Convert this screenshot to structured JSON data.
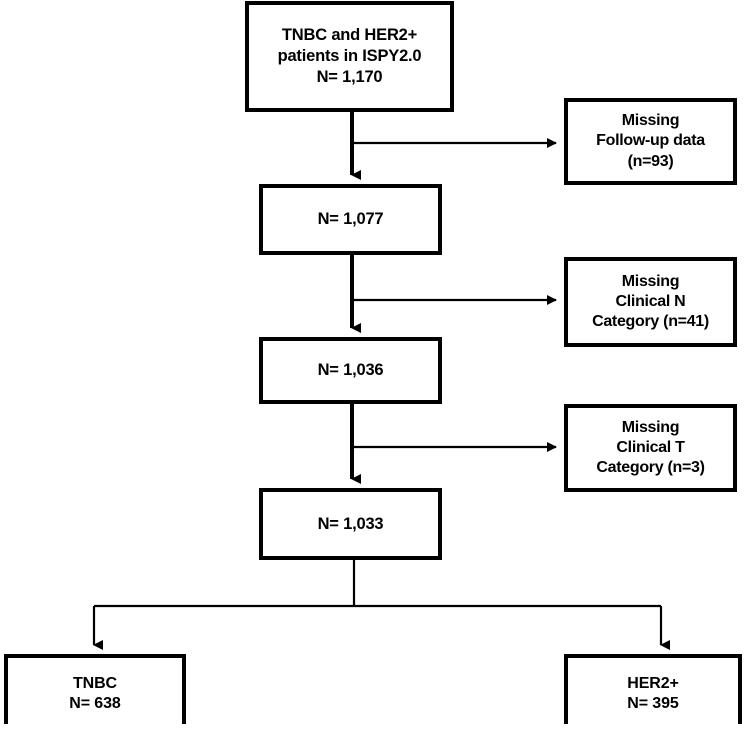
{
  "diagram": {
    "title": "CONSORT-style patient flow diagram",
    "type": "flowchart",
    "stroke_color": "#000000",
    "fill_color": "#ffffff",
    "nodes": {
      "cohort_start": {
        "lines": [
          "TNBC and HER2+",
          "patients in ISPY2.0",
          "N= 1,170"
        ],
        "n": 1170
      },
      "after_followup": {
        "lines": [
          "N= 1,077"
        ],
        "n": 1077
      },
      "after_clinical_n": {
        "lines": [
          "N= 1,036"
        ],
        "n": 1036
      },
      "after_clinical_t": {
        "lines": [
          "N= 1,033"
        ],
        "n": 1033
      },
      "excl_followup": {
        "lines": [
          "Missing",
          "Follow-up data",
          "(n=93)"
        ],
        "n": 93
      },
      "excl_clinical_n": {
        "lines": [
          "Missing",
          "Clinical N",
          "Category (n=41)"
        ],
        "n": 41
      },
      "excl_clinical_t": {
        "lines": [
          "Missing",
          "Clinical T",
          "Category (n=3)"
        ],
        "n": 3
      },
      "final_tnbc": {
        "lines": [
          "TNBC",
          "N= 638"
        ],
        "n": 638
      },
      "final_her2": {
        "lines": [
          "HER2+",
          "N= 395"
        ],
        "n": 395
      }
    }
  }
}
